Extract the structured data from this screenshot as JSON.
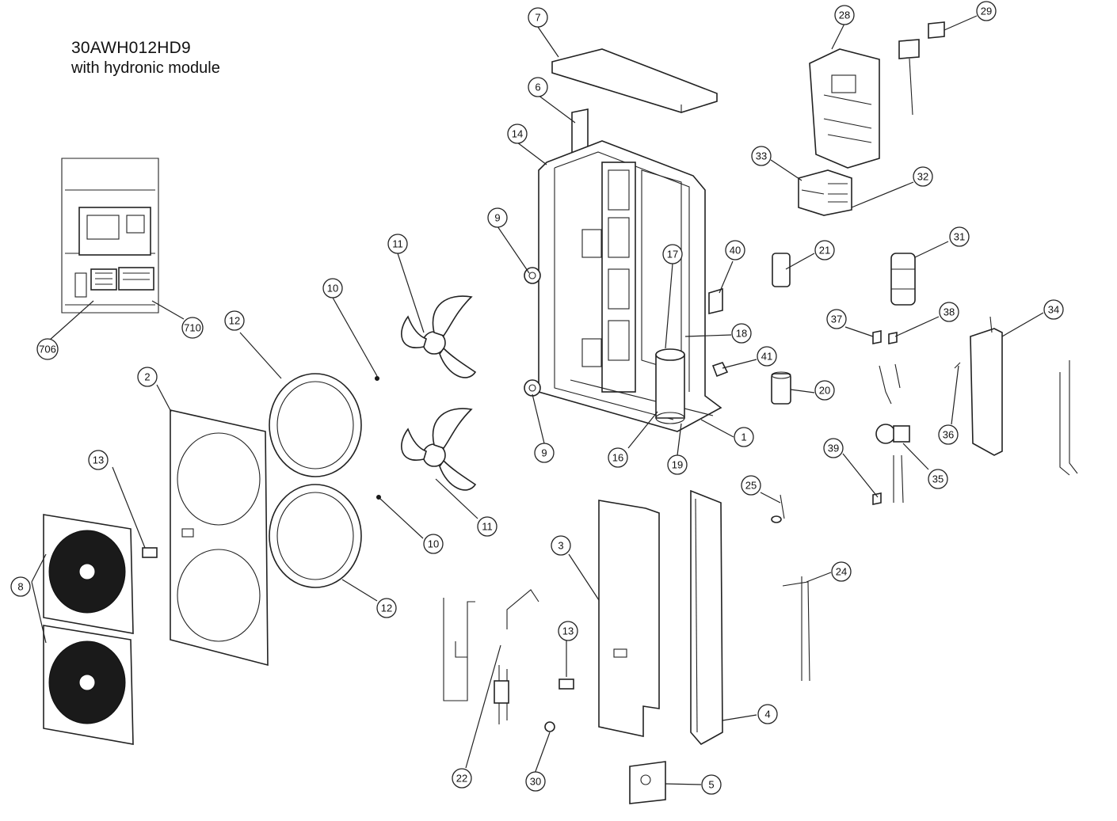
{
  "title": {
    "model": "30AWH012HD9",
    "subtitle": "with hydronic module"
  },
  "callouts": [
    {
      "id": "c7",
      "label": "7"
    },
    {
      "id": "c6",
      "label": "6"
    },
    {
      "id": "c14",
      "label": "14"
    },
    {
      "id": "c9a",
      "label": "9"
    },
    {
      "id": "c9b",
      "label": "9"
    },
    {
      "id": "c28",
      "label": "28"
    },
    {
      "id": "c29",
      "label": "29"
    },
    {
      "id": "c33",
      "label": "33"
    },
    {
      "id": "c32",
      "label": "32"
    },
    {
      "id": "c11a",
      "label": "11"
    },
    {
      "id": "c11b",
      "label": "11"
    },
    {
      "id": "c10a",
      "label": "10"
    },
    {
      "id": "c10b",
      "label": "10"
    },
    {
      "id": "c12a",
      "label": "12"
    },
    {
      "id": "c12b",
      "label": "12"
    },
    {
      "id": "c17",
      "label": "17"
    },
    {
      "id": "c40",
      "label": "40"
    },
    {
      "id": "c21",
      "label": "21"
    },
    {
      "id": "c31",
      "label": "31"
    },
    {
      "id": "c18",
      "label": "18"
    },
    {
      "id": "c37",
      "label": "37"
    },
    {
      "id": "c38",
      "label": "38"
    },
    {
      "id": "c34",
      "label": "34"
    },
    {
      "id": "c41",
      "label": "41"
    },
    {
      "id": "c20",
      "label": "20"
    },
    {
      "id": "c36",
      "label": "36"
    },
    {
      "id": "c1",
      "label": "1"
    },
    {
      "id": "c16",
      "label": "16"
    },
    {
      "id": "c19",
      "label": "19"
    },
    {
      "id": "c39",
      "label": "39"
    },
    {
      "id": "c35",
      "label": "35"
    },
    {
      "id": "c25",
      "label": "25"
    },
    {
      "id": "c2",
      "label": "2"
    },
    {
      "id": "c13a",
      "label": "13"
    },
    {
      "id": "c13b",
      "label": "13"
    },
    {
      "id": "c8",
      "label": "8"
    },
    {
      "id": "c3",
      "label": "3"
    },
    {
      "id": "c24",
      "label": "24"
    },
    {
      "id": "c4",
      "label": "4"
    },
    {
      "id": "c5",
      "label": "5"
    },
    {
      "id": "c22",
      "label": "22"
    },
    {
      "id": "c30",
      "label": "30"
    },
    {
      "id": "c706",
      "label": "706"
    },
    {
      "id": "c710",
      "label": "710"
    }
  ]
}
